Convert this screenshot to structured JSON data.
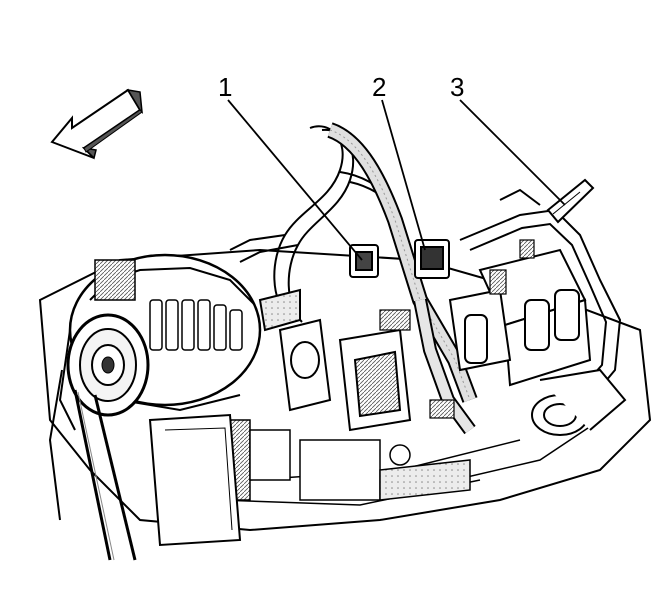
{
  "callouts": [
    {
      "id": "1",
      "label": "1"
    },
    {
      "id": "2",
      "label": "2"
    },
    {
      "id": "3",
      "label": "3"
    }
  ],
  "arrow": {
    "icon": "front-direction-arrow-icon"
  },
  "colors": {
    "line": "#000000",
    "fill": "#ffffff",
    "shade": "#d9d9d9",
    "dark": "#4a4a4a"
  }
}
